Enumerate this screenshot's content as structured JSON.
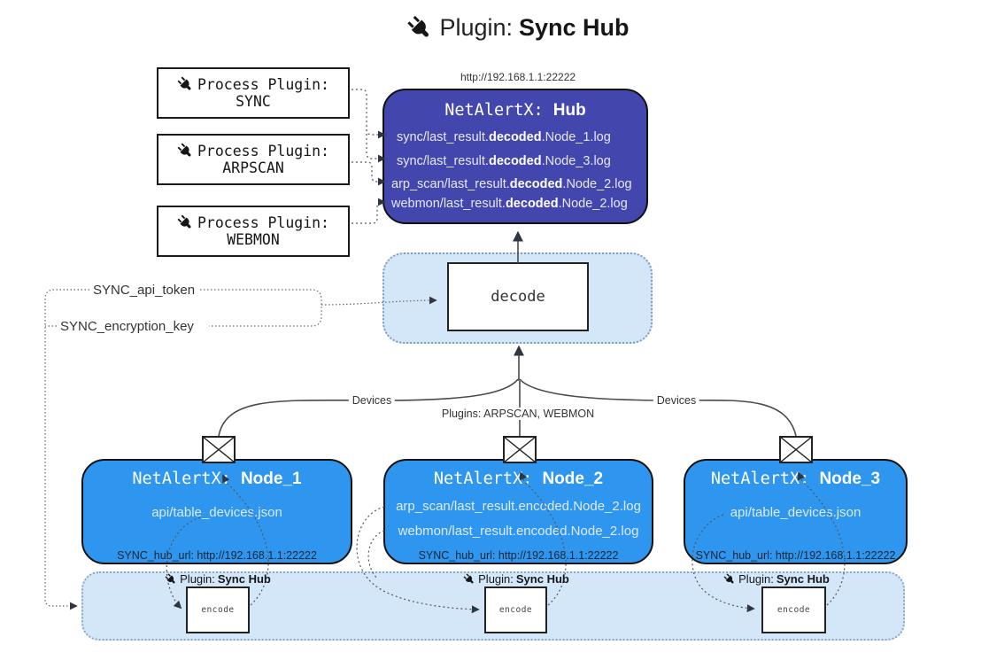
{
  "title": {
    "prefix": "Plugin: ",
    "bold": "Sync Hub"
  },
  "process_plugins": [
    {
      "label": "Process Plugin:",
      "name": "SYNC"
    },
    {
      "label": "Process Plugin:",
      "name": "ARPSCAN"
    },
    {
      "label": "Process Plugin:",
      "name": "WEBMON"
    }
  ],
  "hub": {
    "url": "http://192.168.1.1:22222",
    "title_prefix": "NetAlertX: ",
    "title_bold": "Hub",
    "lines": [
      {
        "pre": "sync/last_result.",
        "bold": "decoded",
        "post": ".Node_1.log"
      },
      {
        "pre": "sync/last_result.",
        "bold": "decoded",
        "post": ".Node_3.log"
      },
      {
        "pre": "arp_scan/last_result.",
        "bold": "decoded",
        "post": ".Node_2.log"
      },
      {
        "pre": "webmon/last_result.",
        "bold": "decoded",
        "post": ".Node_2.log"
      }
    ]
  },
  "decode_label": "decode",
  "secrets": {
    "api_token": "SYNC_api_token",
    "encryption_key": "SYNC_encryption_key"
  },
  "edge_labels": {
    "devices_left": "Devices",
    "plugins_center": "Plugins: ARPSCAN, WEBMON",
    "devices_right": "Devices"
  },
  "nodes": [
    {
      "title_prefix": "NetAlertX: ",
      "title_bold": "Node_1",
      "lines": [
        "api/table_devices.json"
      ],
      "hub_url": "SYNC_hub_url: http://192.168.1.1:22222"
    },
    {
      "title_prefix": "NetAlertX: ",
      "title_bold": "Node_2",
      "lines": [
        "arp_scan/last_result.encoded.Node_2.log",
        "webmon/last_result.encoded.Node_2.log"
      ],
      "hub_url": "SYNC_hub_url: http://192.168.1.1:22222"
    },
    {
      "title_prefix": "NetAlertX: ",
      "title_bold": "Node_3",
      "lines": [
        "api/table_devices.json"
      ],
      "hub_url": "SYNC_hub_url: http://192.168.1.1:22222"
    }
  ],
  "encoders": [
    {
      "plugin_prefix": "Plugin: ",
      "plugin_bold": "Sync Hub",
      "box_label": "encode"
    },
    {
      "plugin_prefix": "Plugin: ",
      "plugin_bold": "Sync Hub",
      "box_label": "encode"
    },
    {
      "plugin_prefix": "Plugin: ",
      "plugin_bold": "Sync Hub",
      "box_label": "encode"
    }
  ],
  "colors": {
    "hub_fill": "#4347ad",
    "node_fill": "#2e96ee",
    "panel_fill": "#d4e7f9",
    "panel_border": "#8aa7c9",
    "hub_text": "#e6e8fa",
    "node_text": "#ddebfb",
    "connector": "#4a4a4a",
    "dotted": "#555555",
    "arrow": "#2f3640"
  }
}
